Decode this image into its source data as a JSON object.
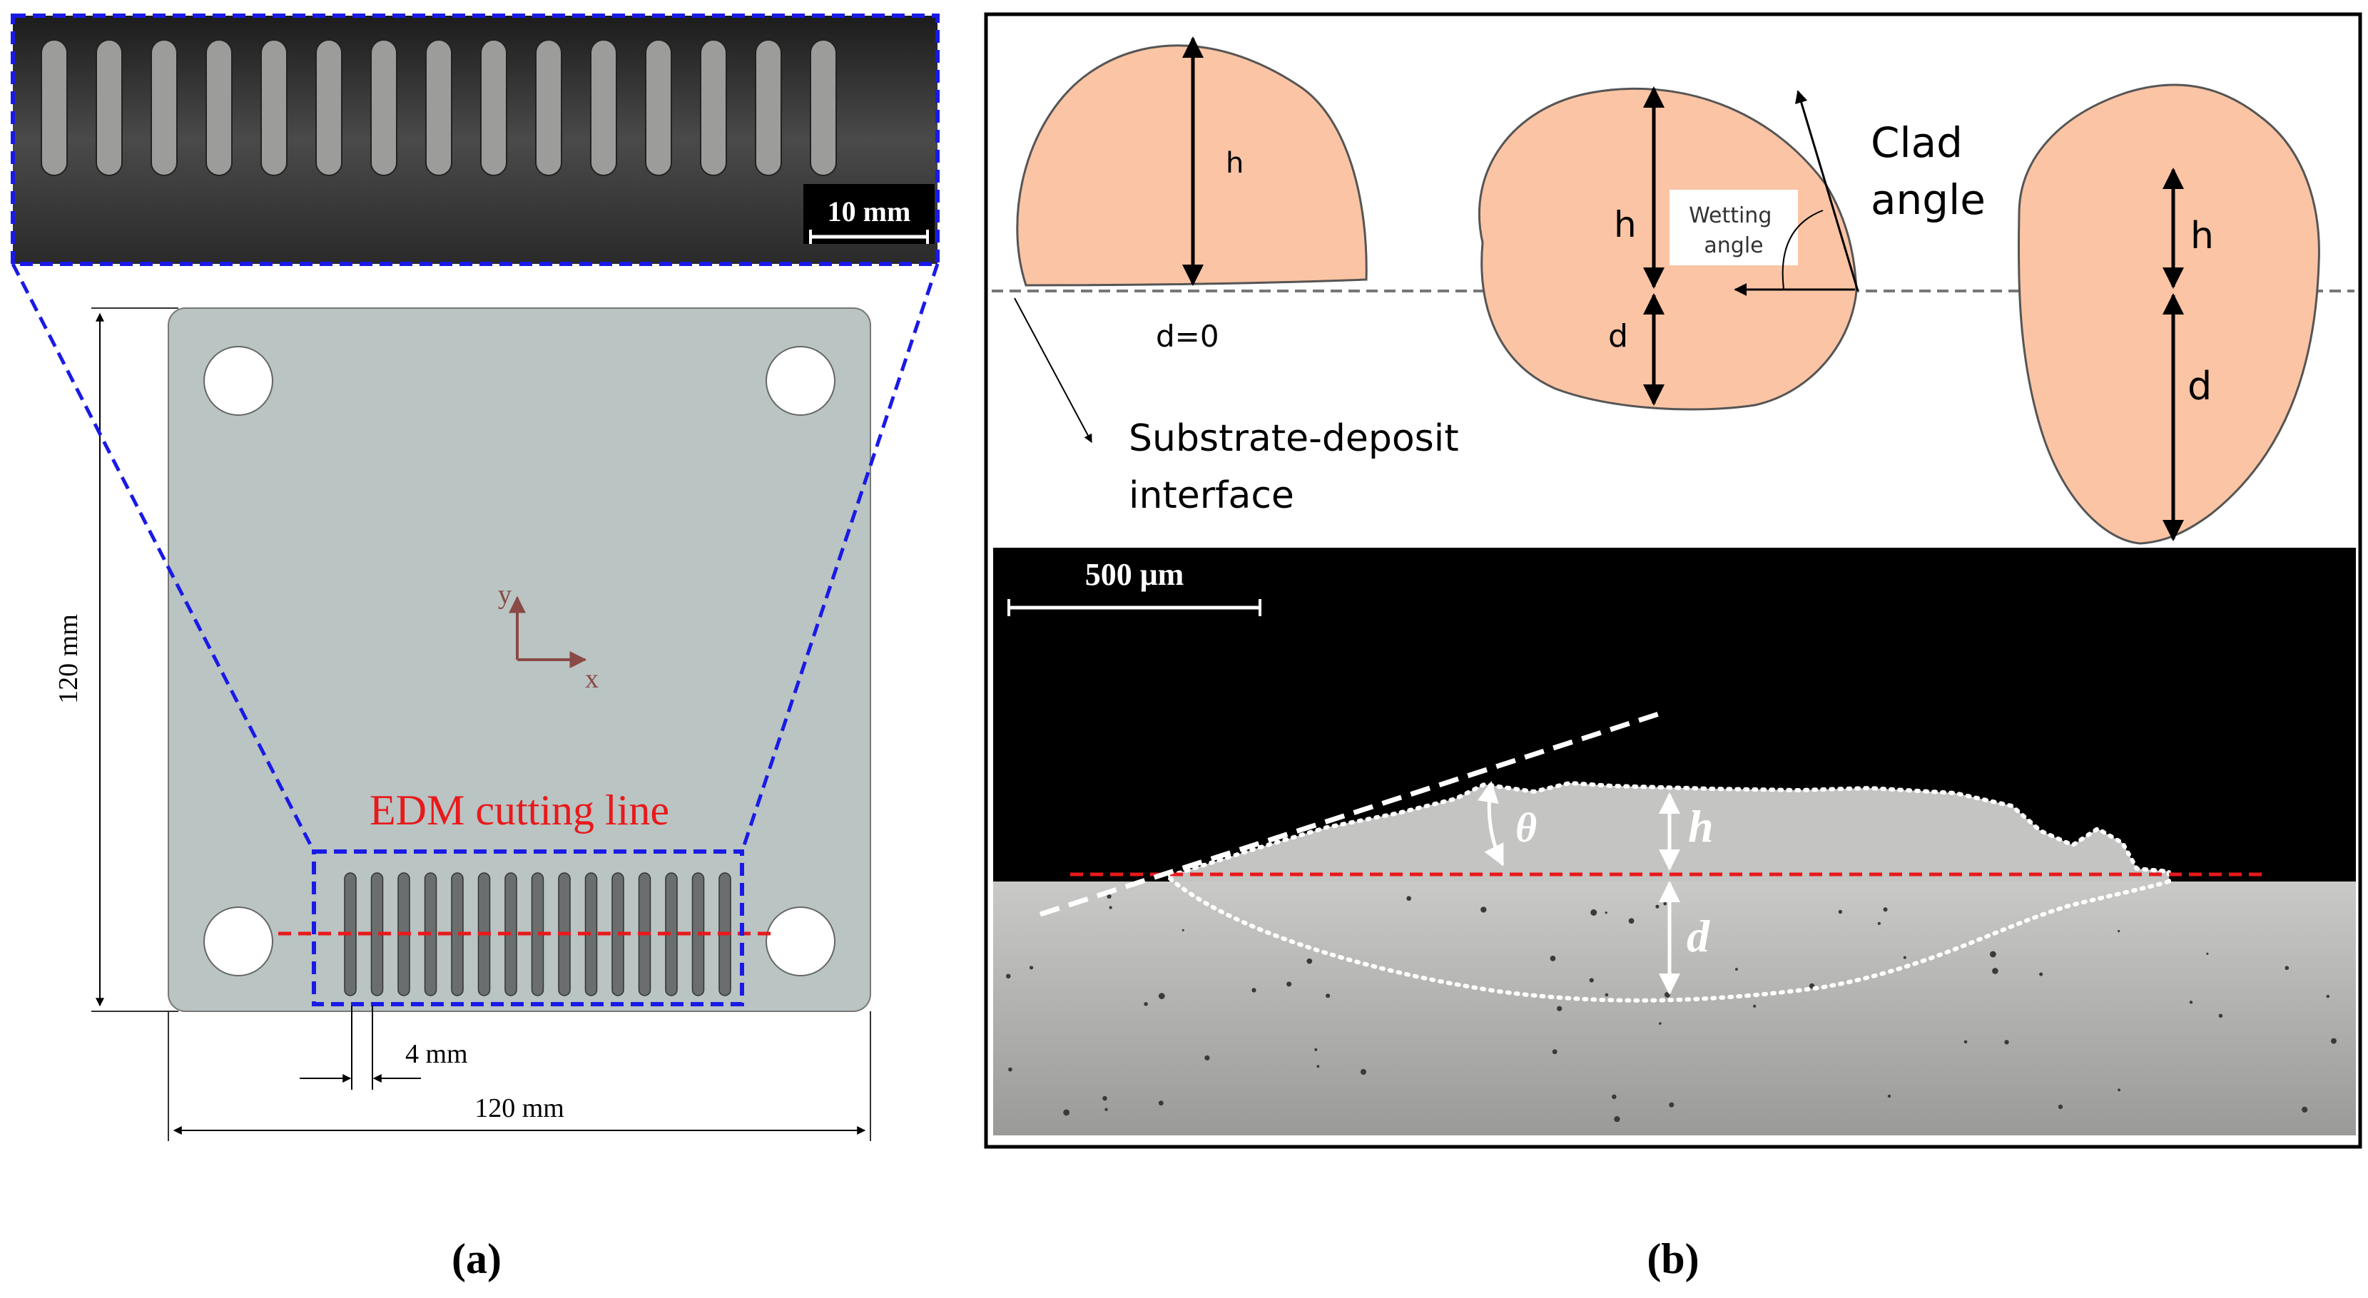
{
  "panel_a": {
    "inset_scale_label": "10 mm",
    "height_dimension": "120 mm",
    "width_dimension": "120 mm",
    "spacing_dimension": "4 mm",
    "axis_y": "y",
    "axis_x": "x",
    "cutting_line_label": "EDM cutting line",
    "caption": "(a)",
    "slot_count": 15
  },
  "panel_b": {
    "bead1": {
      "h": "h",
      "d_label": "d=0"
    },
    "bead2": {
      "h": "h",
      "d": "d",
      "wetting_angle": "Wetting\nangle"
    },
    "bead3": {
      "h": "h",
      "d": "d"
    },
    "clad_angle": "Clad\nangle",
    "interface_label": "Substrate-deposit\ninterface",
    "micrograph": {
      "scale_label": "500 μm",
      "theta": "θ",
      "h": "h",
      "d": "d"
    },
    "caption": "(b)"
  },
  "colors": {
    "plate": "#b9c4c3",
    "bead": "#fbc4a4",
    "dashed_blue": "#1a1ae6",
    "dashed_red": "#e8191b",
    "axis_brown": "#8a4a45"
  }
}
